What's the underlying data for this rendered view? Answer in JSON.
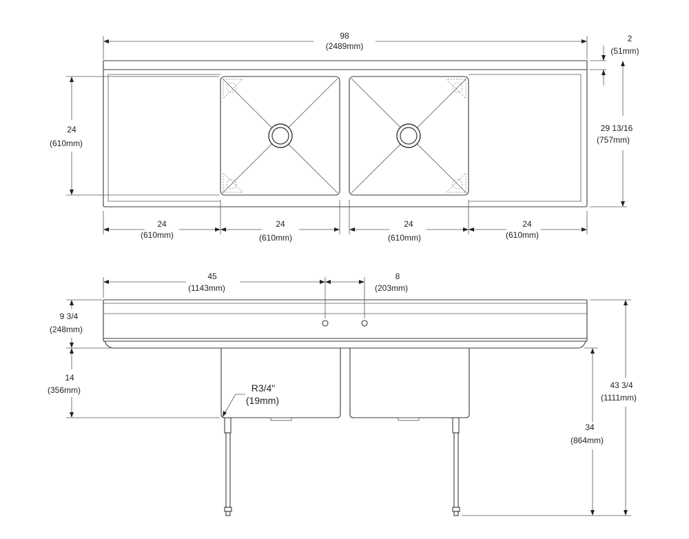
{
  "top_view": {
    "overall_length": {
      "value": "98",
      "metric": "(2489mm)"
    },
    "backsplash": {
      "value": "2",
      "metric": "(51mm)"
    },
    "bowl_depth": {
      "value": "24",
      "metric": "(610mm)"
    },
    "overall_depth": {
      "value": "29 13/16",
      "metric": "(757mm)"
    },
    "segments": [
      {
        "value": "24",
        "metric": "(610mm)"
      },
      {
        "value": "24",
        "metric": "(610mm)"
      },
      {
        "value": "24",
        "metric": "(610mm)"
      },
      {
        "value": "24",
        "metric": "(610mm)"
      }
    ]
  },
  "front_view": {
    "faucet_offset": {
      "value": "45",
      "metric": "(1143mm)"
    },
    "faucet_spacing": {
      "value": "8",
      "metric": "(203mm)"
    },
    "backsplash_height": {
      "value": "9 3/4",
      "metric": "(248mm)"
    },
    "bowl_height": {
      "value": "14",
      "metric": "(356mm)"
    },
    "corner_radius": {
      "value": "R3/4\"",
      "metric": "(19mm)"
    },
    "overall_height": {
      "value": "43 3/4",
      "metric": "(1111mm)"
    },
    "rim_height": {
      "value": "34",
      "metric": "(864mm)"
    }
  }
}
